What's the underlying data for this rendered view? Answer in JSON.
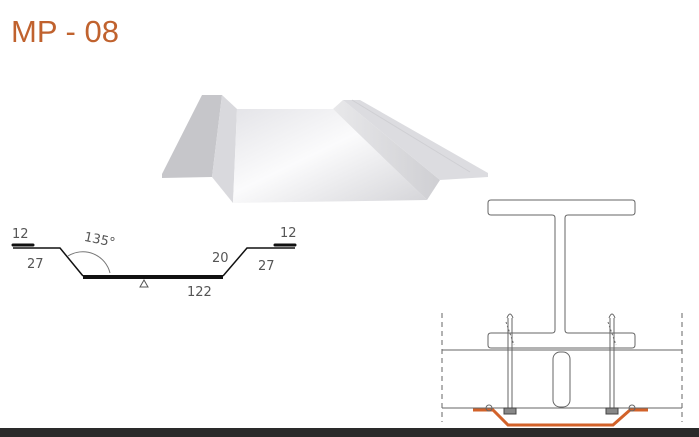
{
  "title": "MP - 08",
  "profile_dimensions": {
    "left_lip": "12",
    "left_flange": "27",
    "angle": "135°",
    "rib_height": "20",
    "right_flange": "27",
    "right_lip": "12",
    "pan_width": "122"
  },
  "colors": {
    "title": "#c0622e",
    "installed_profile": "#d2622a",
    "bottom_bar": "#2a2a2a"
  }
}
